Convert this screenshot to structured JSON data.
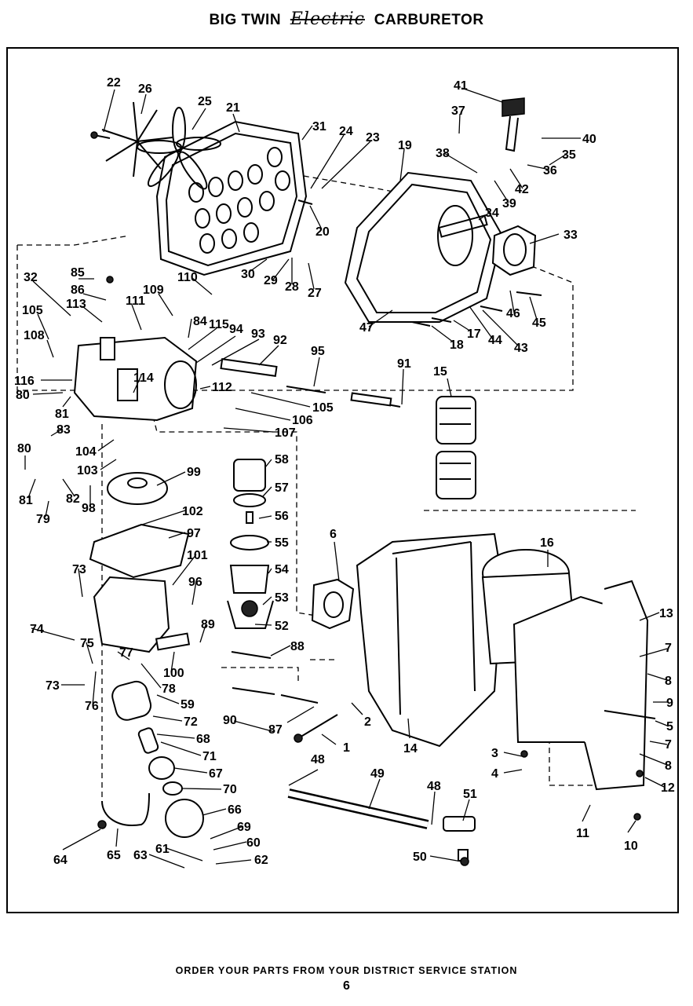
{
  "header": {
    "title_left": "BIG TWIN",
    "title_script": "Electric",
    "title_right": "CARBURETOR"
  },
  "footer": {
    "order_text": "ORDER YOUR PARTS FROM YOUR DISTRICT SERVICE STATION",
    "page_number": "6"
  },
  "callouts": [
    "1",
    "2",
    "3",
    "4",
    "5",
    "6",
    "7",
    "7",
    "8",
    "8",
    "9",
    "10",
    "11",
    "12",
    "13",
    "14",
    "15",
    "16",
    "17",
    "18",
    "19",
    "20",
    "21",
    "22",
    "23",
    "24",
    "25",
    "26",
    "27",
    "28",
    "29",
    "30",
    "31",
    "32",
    "33",
    "34",
    "35",
    "36",
    "37",
    "38",
    "39",
    "40",
    "41",
    "42",
    "43",
    "44",
    "45",
    "46",
    "47",
    "48",
    "48",
    "49",
    "50",
    "51",
    "52",
    "53",
    "54",
    "55",
    "56",
    "57",
    "58",
    "59",
    "60",
    "61",
    "62",
    "63",
    "64",
    "65",
    "66",
    "67",
    "68",
    "69",
    "70",
    "71",
    "72",
    "73",
    "73",
    "74",
    "75",
    "76",
    "77",
    "78",
    "79",
    "80",
    "80",
    "81",
    "81",
    "82",
    "83",
    "84",
    "85",
    "86",
    "87",
    "88",
    "89",
    "90",
    "91",
    "92",
    "93",
    "94",
    "95",
    "96",
    "97",
    "98",
    "99",
    "100",
    "101",
    "102",
    "103",
    "104",
    "105",
    "105",
    "106",
    "107",
    "108",
    "109",
    "110",
    "111",
    "112",
    "113",
    "114",
    "115",
    "116"
  ]
}
